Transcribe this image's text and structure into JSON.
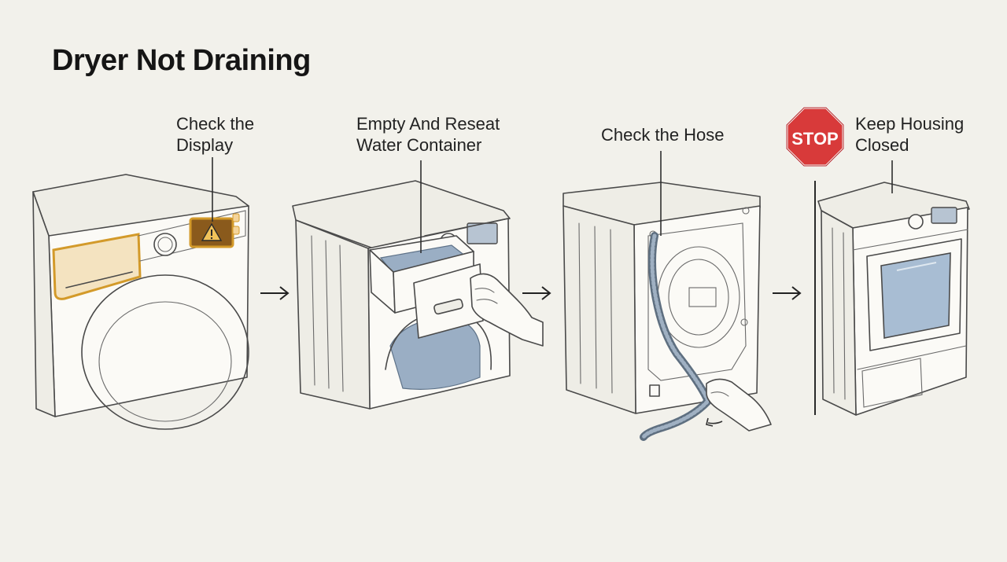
{
  "title": "Dryer Not Draining",
  "steps": [
    {
      "label_lines": [
        "Check the",
        "Display"
      ]
    },
    {
      "label_lines": [
        "Empty And Reseat",
        "Water Container"
      ]
    },
    {
      "label_lines": [
        "Check the Hose"
      ]
    },
    {
      "label_lines": [
        "Keep Housing",
        "Closed"
      ]
    }
  ],
  "stop_sign": {
    "text": "STOP",
    "color": "#d83a3a"
  },
  "colors": {
    "accent": "#d39a2a",
    "water": "#9aaec4",
    "background": "#f2f1eb"
  },
  "icons": [
    "warning-icon",
    "arrow-right-icon",
    "stop-sign-icon",
    "hand-icon"
  ]
}
